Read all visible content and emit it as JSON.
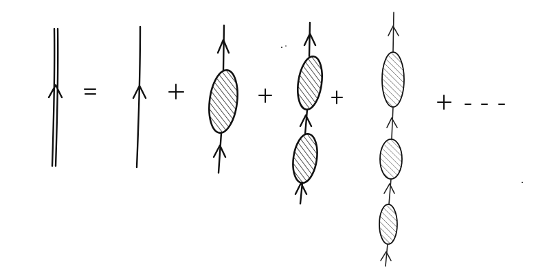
{
  "diagram": {
    "terms": [
      {
        "id": "full-propagator",
        "kind": "double-line",
        "insertions": 0
      },
      {
        "id": "bare-propagator",
        "kind": "single-line",
        "insertions": 0
      },
      {
        "id": "one-insertion",
        "kind": "single-line",
        "insertions": 1
      },
      {
        "id": "two-insertions",
        "kind": "single-line",
        "insertions": 2
      },
      {
        "id": "three-insertions",
        "kind": "single-line",
        "insertions": 3
      }
    ],
    "operators": [
      "=",
      "+",
      "+",
      "+",
      "+"
    ],
    "continuation": "...",
    "insertion_fill": "hatched",
    "line_color": "#111111"
  }
}
